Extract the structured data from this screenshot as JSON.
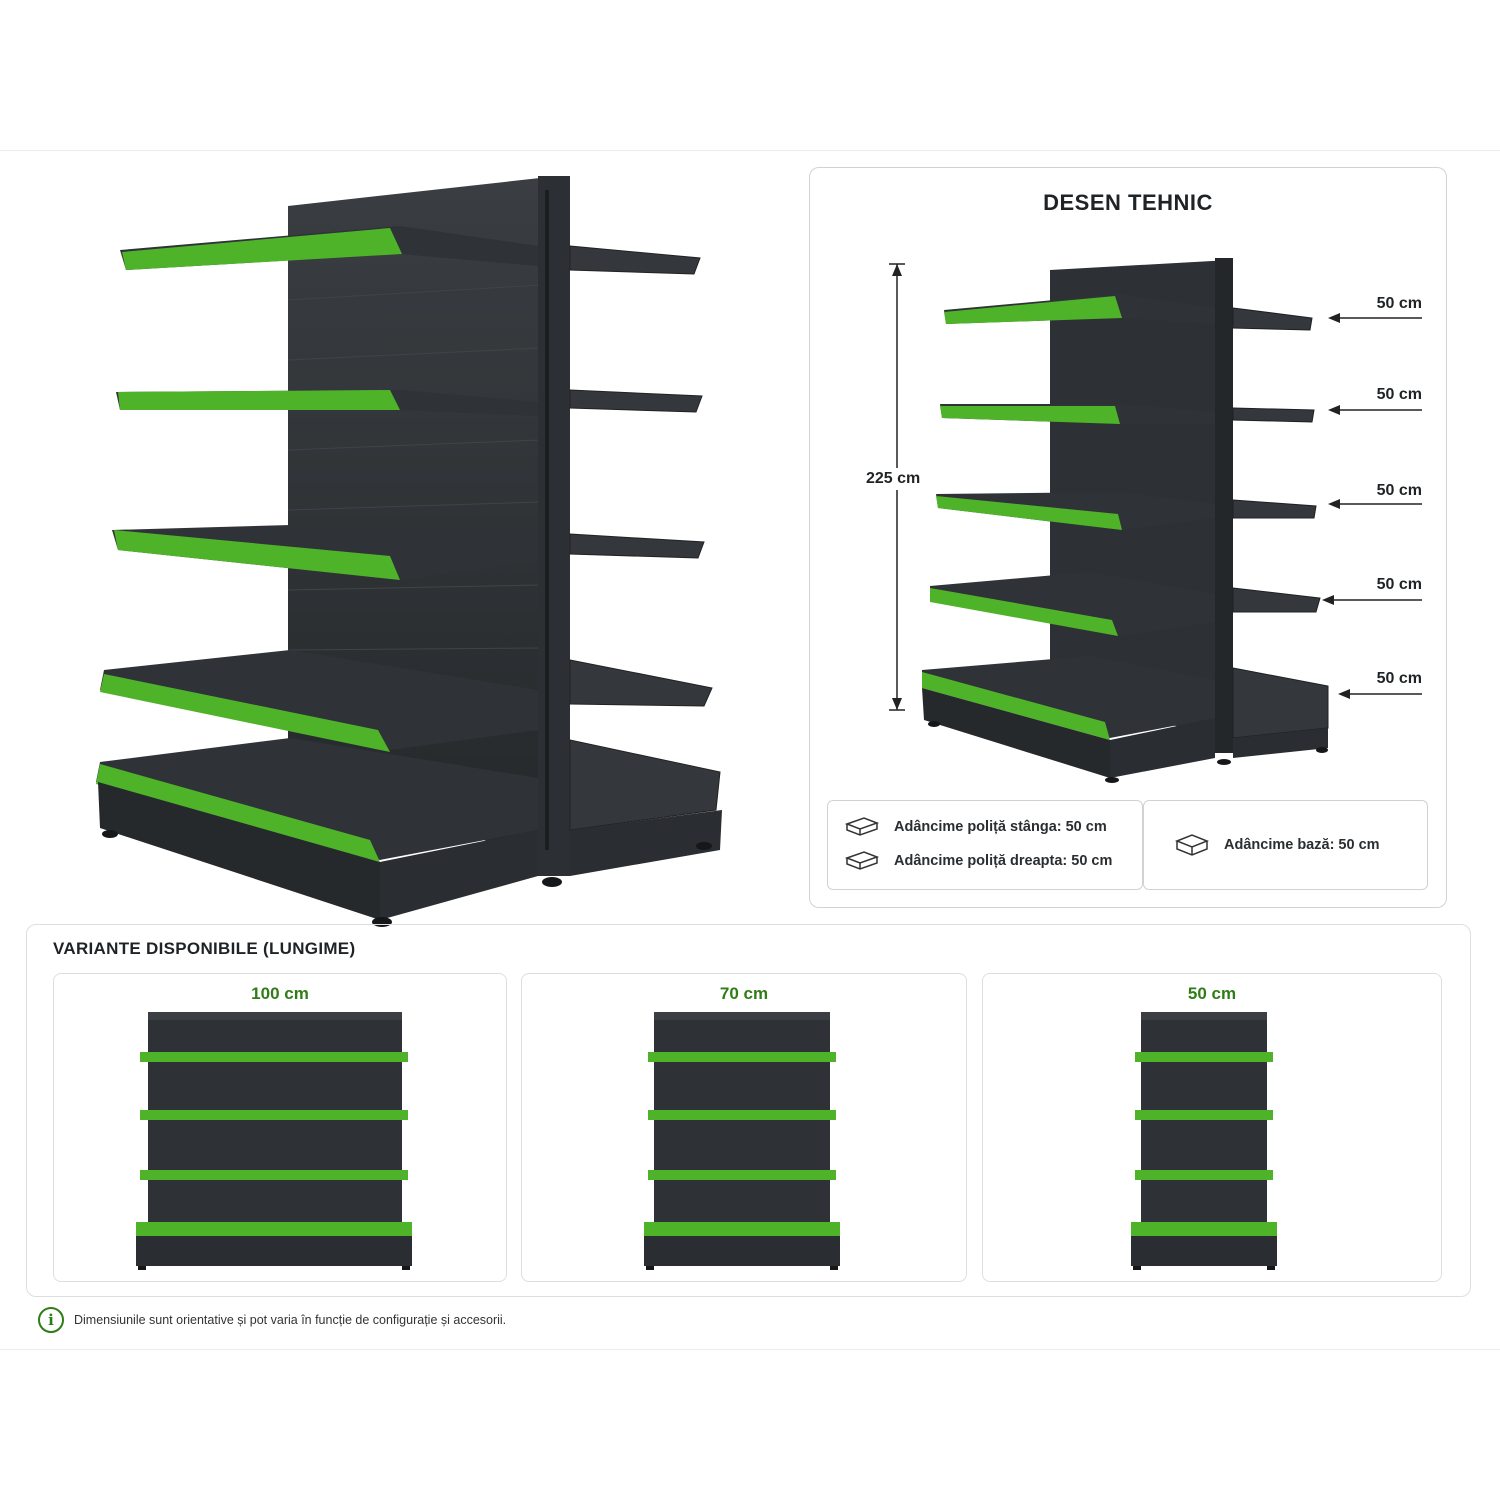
{
  "colors": {
    "accent_green": "#4fb32a",
    "dark_steel": "#2b2f33",
    "label_green": "#2f7d16"
  },
  "tech": {
    "title": "DESEN TEHNIC",
    "height_label": "225 cm",
    "shelf_depths": [
      "50 cm",
      "50 cm",
      "50 cm",
      "50 cm",
      "50 cm"
    ],
    "specs": {
      "left_shelf": "Adâncime poliță stânga:  50 cm",
      "right_shelf": "Adâncime poliță dreapta:  50 cm",
      "base": "Adâncime bază:  50 cm"
    },
    "icons": [
      "shelf-box-icon",
      "shelf-box-icon",
      "base-box-icon"
    ]
  },
  "variants": {
    "title": "VARIANTE DISPONIBILE (LUNGIME)",
    "items": [
      {
        "label": "100 cm"
      },
      {
        "label": "70 cm"
      },
      {
        "label": "50 cm"
      }
    ]
  },
  "note": {
    "text": "Dimensiunile sunt orientative și pot varia în funcție de configurație și accesorii.",
    "icon": "info-icon"
  }
}
